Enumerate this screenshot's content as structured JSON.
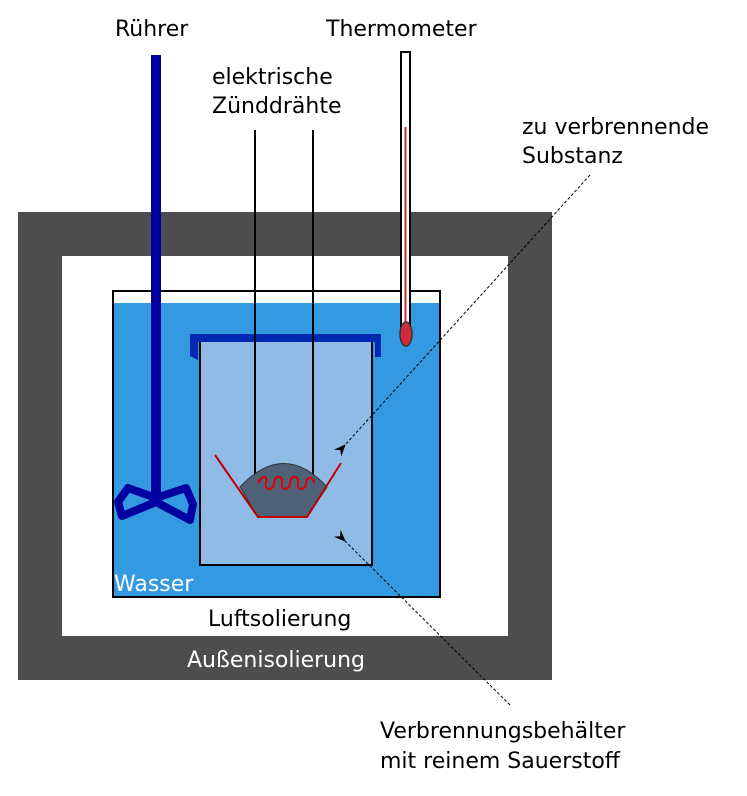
{
  "labels": {
    "stirrer": "Rührer",
    "thermometer": "Thermometer",
    "wires_line1": "elektrische",
    "wires_line2": "Zünddrähte",
    "substance_line1": "zu verbrennende",
    "substance_line2": "Substanz",
    "water": "Wasser",
    "air_insulation": "Luftsolierung",
    "outer_insulation": "Außenisolierung",
    "vessel_line1": "Verbrennungsbehälter",
    "vessel_line2": "mit reinem Sauerstoff"
  },
  "colors": {
    "outer_insulation": "#4d4d4d",
    "water": "#3399e0",
    "vessel": "#8fbbe6",
    "lid": "#0029b3",
    "stirrer": "#0000a0",
    "thermometer_liquid": "#d42a3a",
    "substance": "#4e6178",
    "ignition_coil": "#e00000"
  }
}
